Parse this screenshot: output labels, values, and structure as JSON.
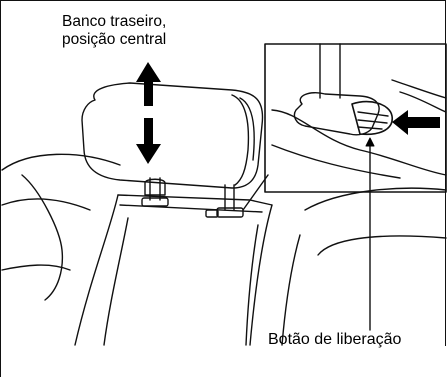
{
  "labels": {
    "rear_seat_line1": "Banco traseiro,",
    "rear_seat_line2": "posição central",
    "release_button": "Botão de liberação"
  },
  "colors": {
    "line": "#111111",
    "arrow": "#000000",
    "background": "#ffffff"
  }
}
